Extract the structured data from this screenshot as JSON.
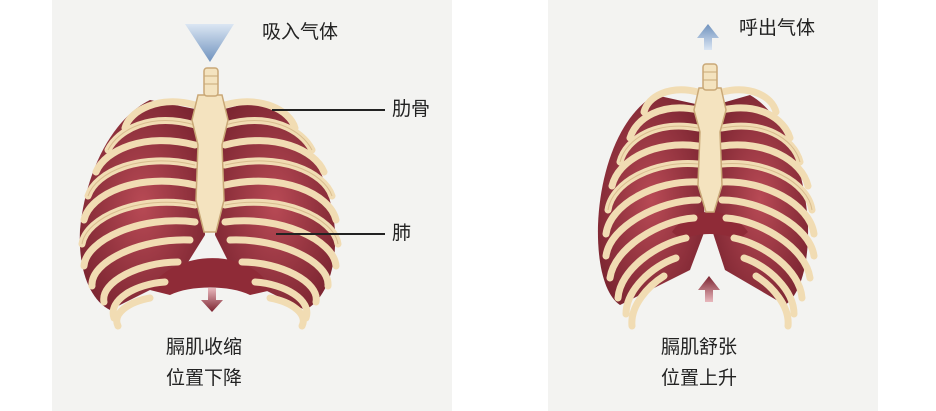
{
  "inhale": {
    "title": "吸入气体",
    "rib_label": "肋骨",
    "lung_label": "肺",
    "diaphragm_line1": "膈肌收缩",
    "diaphragm_line2": "位置下降"
  },
  "exhale": {
    "title": "呼出气体",
    "diaphragm_line1": "膈肌舒张",
    "diaphragm_line2": "位置上升"
  },
  "colors": {
    "background": "#f3f3f1",
    "bone": "#f1dcb3",
    "bone_outline": "#c9a877",
    "muscle": "#a13a45",
    "muscle_dark": "#6d1f28",
    "inhale_arrow": "#7f9ec4",
    "diaphragm_arrow": "#8e2f3b"
  }
}
